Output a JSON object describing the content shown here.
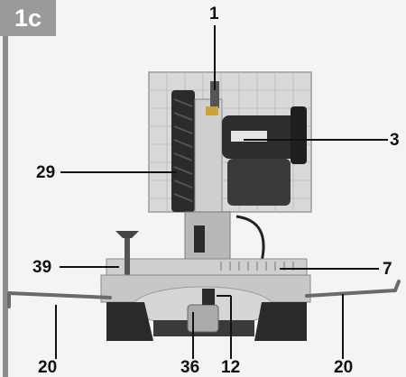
{
  "figure": {
    "badge": "1c",
    "callouts": [
      "1",
      "3",
      "29",
      "39",
      "7",
      "20",
      "36",
      "12",
      "20"
    ]
  },
  "colors": {
    "badge": "#9a9a9a",
    "background": "#f4f4f4",
    "machine_dark": "#2a2a2a",
    "machine_light": "#d7d7d7",
    "table_grey": "#bdbdbd",
    "leader": "#111111"
  }
}
